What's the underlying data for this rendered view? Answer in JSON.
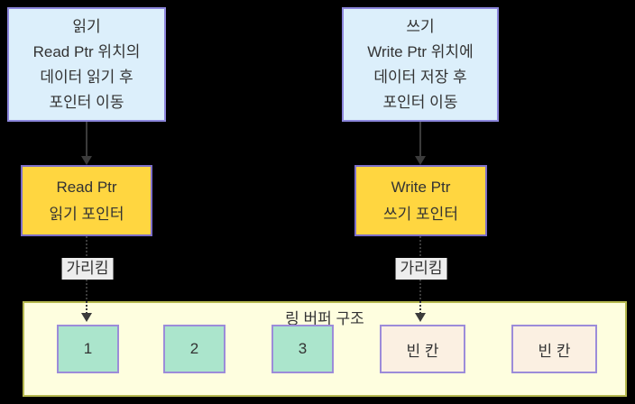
{
  "colors": {
    "canvas_bg": "#000000",
    "process_box_fill": "#DCEFFB",
    "process_box_border": "#8C86DC",
    "pointer_box_fill": "#FFD640",
    "pointer_box_border": "#7D6FC9",
    "container_fill": "#FEFEDF",
    "container_border": "#B5B84F",
    "cell_filled_fill": "#ABE5CC",
    "cell_empty_fill": "#FBF0E2",
    "cell_border": "#9C8CD9",
    "arrow_color": "#3B3B3B",
    "arrow_label_bg": "#EDEDED",
    "text_color": "#333333"
  },
  "read_flow": {
    "process_lines": [
      "읽기",
      "Read Ptr 위치의",
      "데이터 읽기 후",
      "포인터 이동"
    ],
    "pointer_lines": [
      "Read Ptr",
      "읽기 포인터"
    ],
    "arrow_label": "가리킴"
  },
  "write_flow": {
    "process_lines": [
      "쓰기",
      "Write Ptr 위치에",
      "데이터 저장 후",
      "포인터 이동"
    ],
    "pointer_lines": [
      "Write Ptr",
      "쓰기 포인터"
    ],
    "arrow_label": "가리킴"
  },
  "ring_buffer": {
    "title": "링 버퍼 구조",
    "cells": [
      {
        "label": "1",
        "state": "filled"
      },
      {
        "label": "2",
        "state": "filled"
      },
      {
        "label": "3",
        "state": "filled"
      },
      {
        "label": "빈 칸",
        "state": "empty"
      },
      {
        "label": "빈 칸",
        "state": "empty"
      }
    ]
  }
}
